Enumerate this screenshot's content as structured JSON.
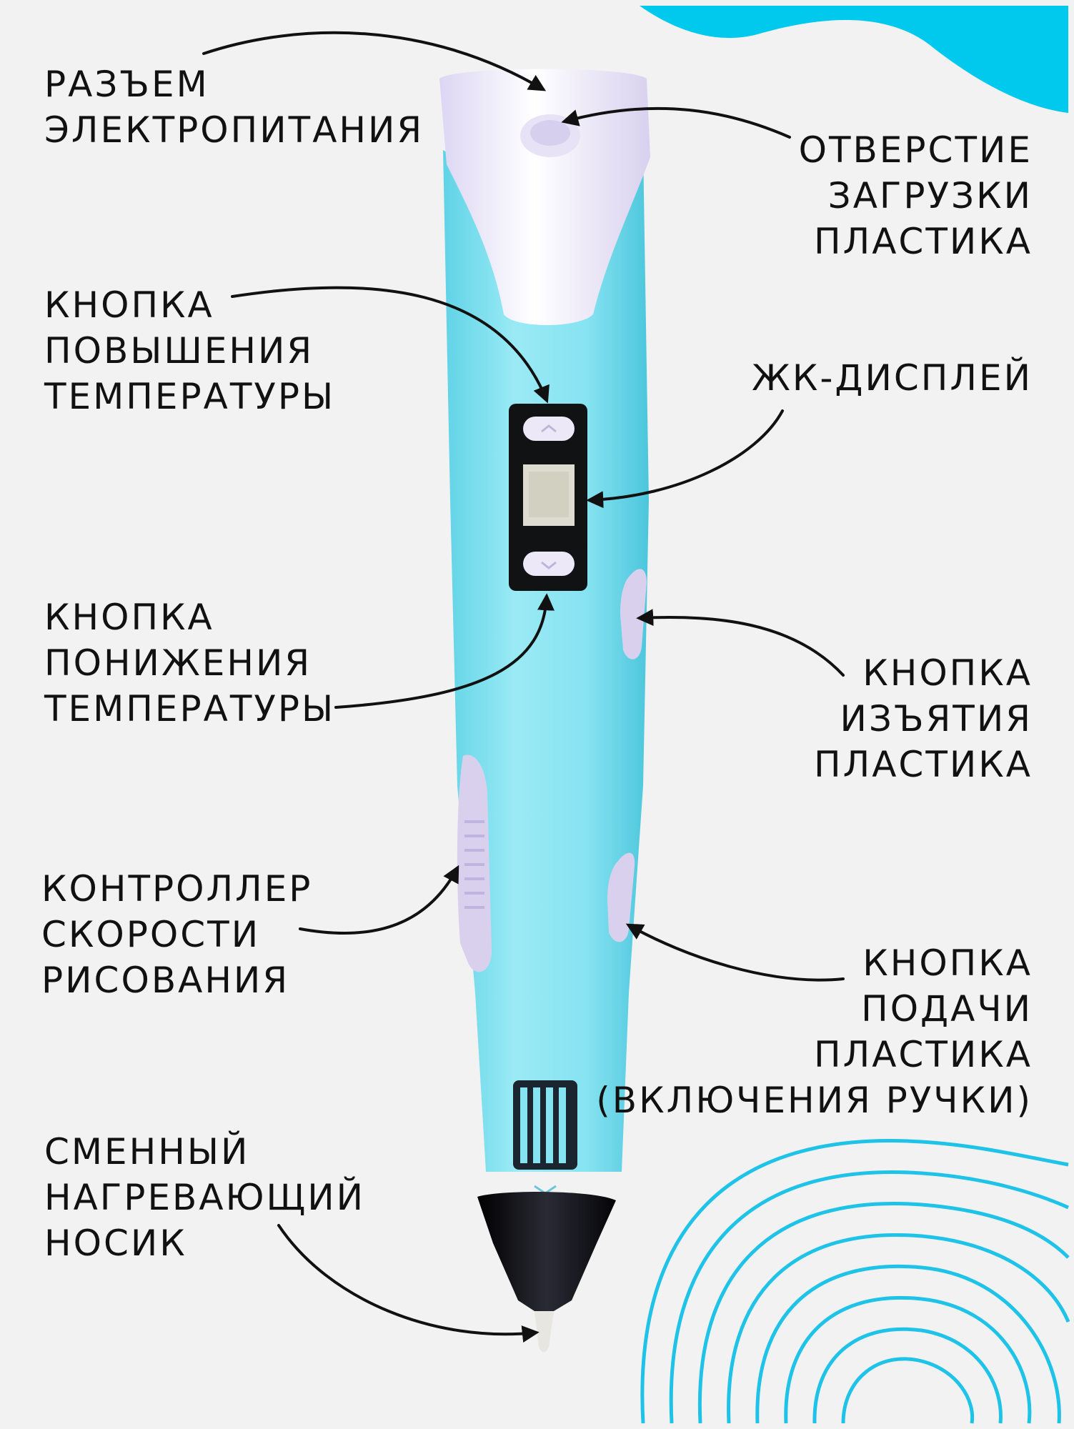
{
  "colors": {
    "background": "#f2f2f3",
    "accent": "#00c9ee",
    "pen_body": "#86e6f3",
    "pen_cap": "#f1eefb",
    "buttons": "#d9d0ee",
    "display": "#101214",
    "lcd": "#d9d8cc",
    "tip": "#0c0c10",
    "arrows": "#111111"
  },
  "callouts": {
    "power_connector": [
      "РАЗЪЕМ",
      "ЭЛЕКТРОПИТАНИЯ"
    ],
    "plastic_loading_hole": [
      "ОТВЕРСТИЕ",
      "ЗАГРУЗКИ",
      "ПЛАСТИКА"
    ],
    "temp_up_button": [
      "КНОПКА",
      "ПОВЫШЕНИЯ",
      "ТЕМПЕРАТУРЫ"
    ],
    "lcd_display": [
      "ЖК-ДИСПЛЕЙ"
    ],
    "temp_down_button": [
      "КНОПКА",
      "ПОНИЖЕНИЯ",
      "ТЕМПЕРАТУРЫ"
    ],
    "plastic_eject_button": [
      "КНОПКА",
      "ИЗЪЯТИЯ",
      "ПЛАСТИКА"
    ],
    "speed_controller": [
      "КОНТРОЛЛЕР",
      "СКОРОСТИ",
      "РИСОВАНИЯ"
    ],
    "plastic_feed_button": [
      "КНОПКА",
      "ПОДАЧИ",
      "ПЛАСТИКА",
      "(ВКЛЮЧЕНИЯ РУЧКИ)"
    ],
    "heated_nozzle": [
      "СМЕННЫЙ",
      "НАГРЕВАЮЩИЙ",
      "НОСИК"
    ]
  }
}
